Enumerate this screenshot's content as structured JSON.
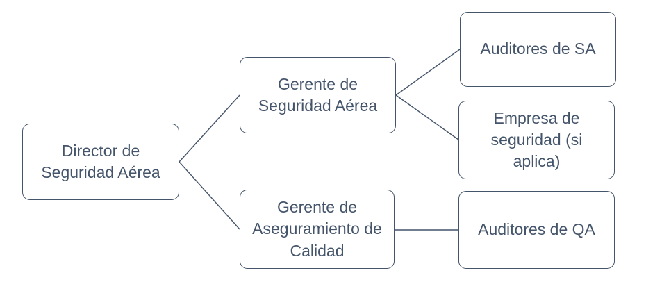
{
  "diagram": {
    "type": "org-chart",
    "background_color": "#FFFFFF",
    "node_fill_color": "#FFFFFF",
    "node_outline_color": "#44546A",
    "node_text_color": "#44546A",
    "connector_color": "#44546A",
    "nodes": {
      "director": {
        "label": "Director de Seguridad Aérea",
        "level": 1
      },
      "gerente_sa": {
        "label": "Gerente de Seguridad Aérea",
        "level": 2
      },
      "gerente_qa": {
        "label": "Gerente de Aseguramiento de Calidad",
        "level": 2
      },
      "auditores_sa": {
        "label": "Auditores de SA",
        "level": 3
      },
      "empresa_seguridad": {
        "label": "Empresa de seguridad (si aplica)",
        "level": 3
      },
      "auditores_qa": {
        "label": "Auditores de QA",
        "level": 3
      }
    },
    "edges": [
      {
        "from": "director",
        "to": "gerente_sa"
      },
      {
        "from": "director",
        "to": "gerente_qa"
      },
      {
        "from": "gerente_sa",
        "to": "auditores_sa"
      },
      {
        "from": "gerente_sa",
        "to": "empresa_seguridad"
      },
      {
        "from": "gerente_qa",
        "to": "auditores_qa"
      }
    ]
  }
}
